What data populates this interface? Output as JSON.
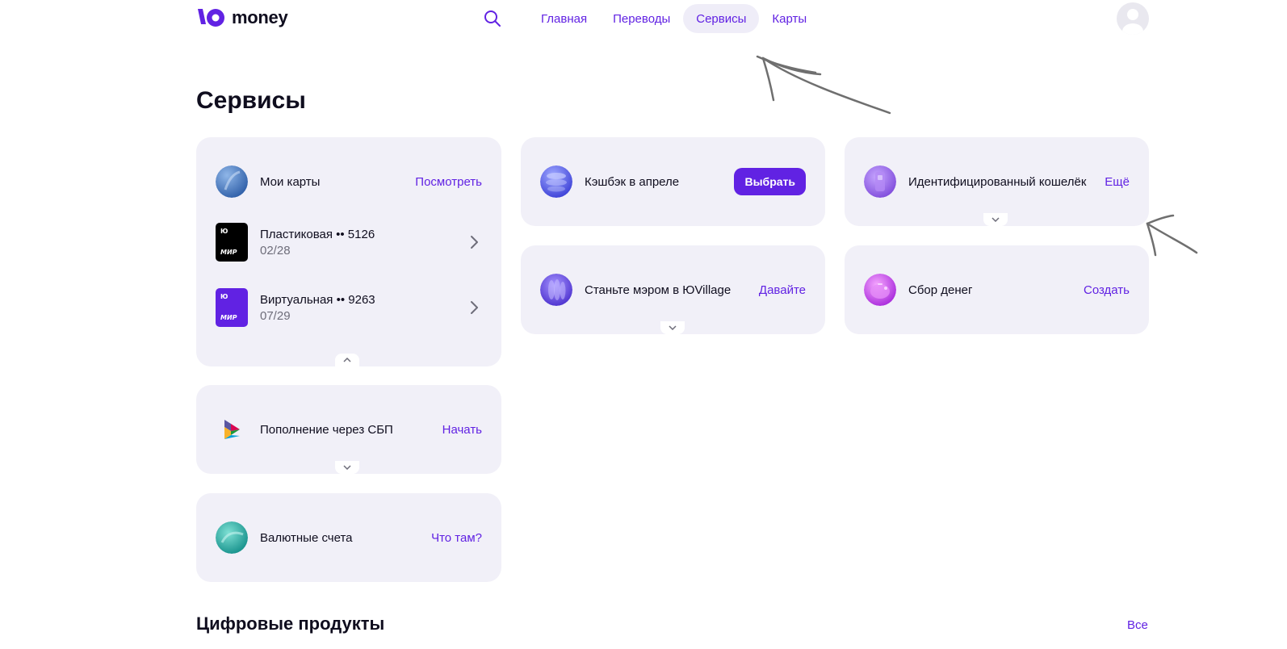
{
  "brand": {
    "name": "money",
    "accent": "#6122e3"
  },
  "nav": {
    "items": [
      {
        "label": "Главная"
      },
      {
        "label": "Переводы"
      },
      {
        "label": "Сервисы",
        "active": true
      },
      {
        "label": "Карты"
      }
    ]
  },
  "page": {
    "title": "Сервисы"
  },
  "my_cards": {
    "title": "Мои карты",
    "link": "Посмотреть",
    "cards": [
      {
        "name": "Пластиковая •• 5126",
        "expiry": "02/28",
        "badge_top": "Ю",
        "badge_bottom": "МИР",
        "color": "#000000"
      },
      {
        "name": "Виртуальная •• 9263",
        "expiry": "07/29",
        "badge_top": "Ю",
        "badge_bottom": "МИР",
        "color": "#6122e3"
      }
    ]
  },
  "sbp": {
    "title": "Пополнение через СБП",
    "link": "Начать"
  },
  "currency": {
    "title": "Валютные счета",
    "link": "Что там?"
  },
  "cashback": {
    "title": "Кэшбэк в апреле",
    "button": "Выбрать"
  },
  "mayor": {
    "title": "Станьте мэром в ЮVillage",
    "link": "Давайте"
  },
  "wallet": {
    "title": "Идентифицированный кошелёк",
    "link": "Ещё"
  },
  "fundraise": {
    "title": "Сбор денег",
    "link": "Создать"
  },
  "digital": {
    "title": "Цифровые продукты",
    "link": "Все"
  }
}
